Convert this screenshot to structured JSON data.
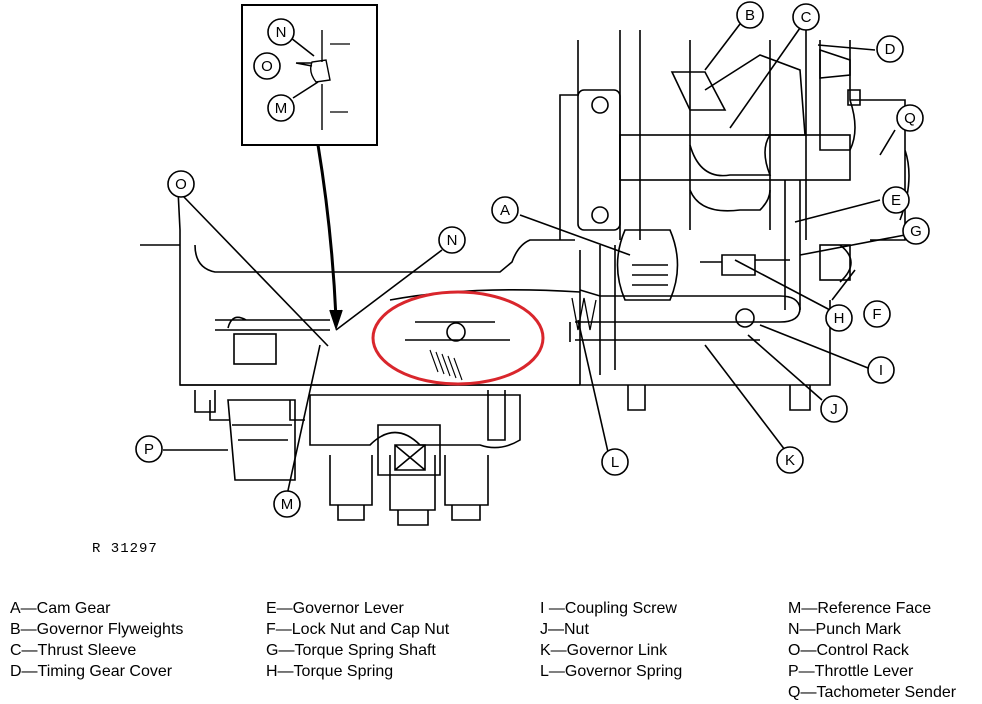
{
  "figure_ref": "R 31297",
  "callouts": {
    "A": "A",
    "B": "B",
    "C": "C",
    "D": "D",
    "E": "E",
    "F": "F",
    "G": "G",
    "H": "H",
    "I": "I",
    "J": "J",
    "K": "K",
    "L": "L",
    "M": "M",
    "N": "N",
    "O": "O",
    "P": "P",
    "Q": "Q"
  },
  "legend": [
    [
      "A—Cam Gear",
      "B—Governor Flyweights",
      "C—Thrust Sleeve",
      "D—Timing Gear Cover"
    ],
    [
      "E—Governor Lever",
      "F—Lock Nut and Cap Nut",
      "G—Torque Spring Shaft",
      "H—Torque Spring"
    ],
    [
      "I —Coupling Screw",
      "J—Nut",
      "K—Governor Link",
      "L—Governor Spring"
    ],
    [
      "M—Reference Face",
      "N—Punch Mark",
      "O—Control Rack",
      "P—Throttle Lever",
      "Q—Tachometer Sender"
    ]
  ],
  "colors": {
    "line": "#000000",
    "highlight": "#d9262c"
  }
}
